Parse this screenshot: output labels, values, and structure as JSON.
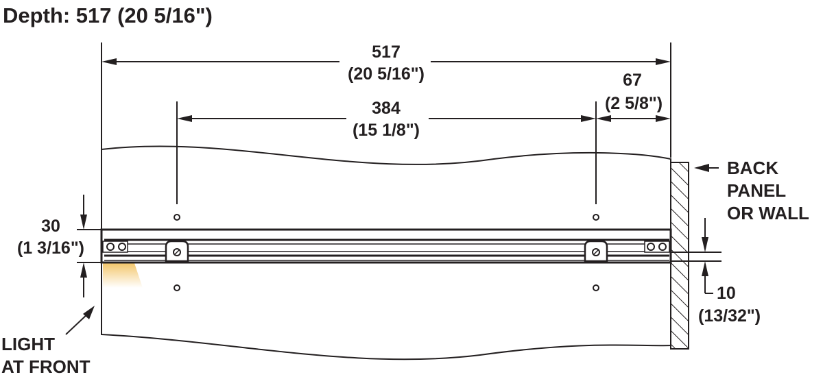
{
  "title": "Depth: 517 (20 5/16\")",
  "dimensions": {
    "overall": {
      "value": "517",
      "imperial": "(20 5/16\")"
    },
    "hole_spacing": {
      "value": "384",
      "imperial": "(15 1/8\")"
    },
    "rear_offset": {
      "value": "67",
      "imperial": "(2 5/8\")"
    },
    "height": {
      "value": "30",
      "imperial": "(1 3/16\")"
    },
    "wall_gap": {
      "value": "10",
      "imperial": "(13/32\")"
    }
  },
  "callouts": {
    "back_panel": [
      "BACK",
      "PANEL",
      "OR WALL"
    ],
    "light": [
      "LIGHT",
      "AT FRONT"
    ]
  },
  "colors": {
    "line": "#231f20",
    "light_glow": "#f3c66b",
    "background": "#ffffff"
  }
}
